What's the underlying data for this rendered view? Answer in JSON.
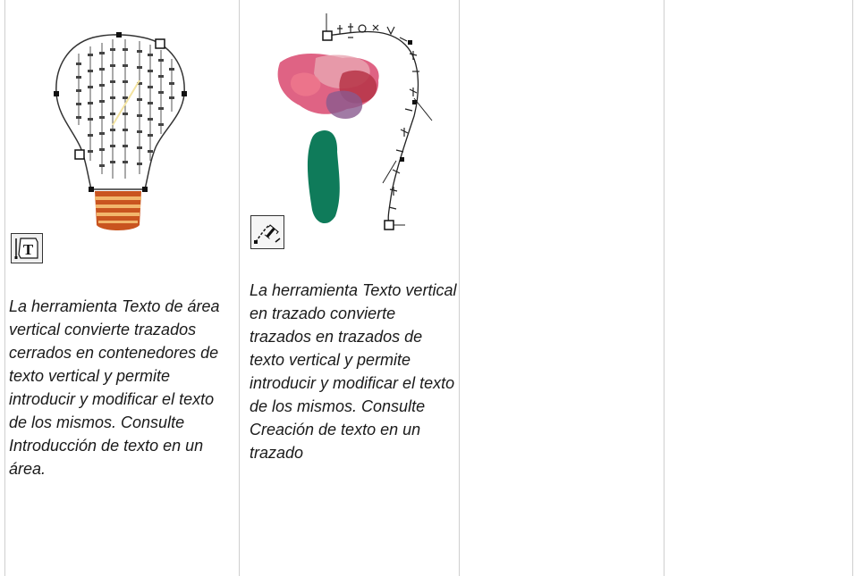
{
  "cells": [
    {
      "tool_icon": "vertical-area-type-tool-icon",
      "illustration": "light-bulb-with-vertical-text",
      "caption": "La herramienta Texto de área vertical convierte trazados cerrados en contenedores de texto vertical y permite introducir y modificar el texto de los mismos. Consulte Introducción de texto en un área."
    },
    {
      "tool_icon": "vertical-type-on-path-tool-icon",
      "illustration": "watercolor-flower-with-text-on-path",
      "caption": "La herramienta Texto vertical en trazado convierte trazados en trazados de texto vertical y permite introducir y modificar el texto de los mismos. Consulte Creación de texto en un trazado"
    },
    {
      "caption": ""
    },
    {
      "caption": ""
    }
  ],
  "colors": {
    "rule": "#cfcfcf",
    "text": "#1a1a1a",
    "bulb_base": "#c9541f",
    "bulb_base_stripe": "#f2b66c",
    "flower_pink": "#d9486e",
    "flower_red": "#b63447",
    "flower_purple": "#8a5a8f",
    "flower_green": "#0f7b5a"
  }
}
